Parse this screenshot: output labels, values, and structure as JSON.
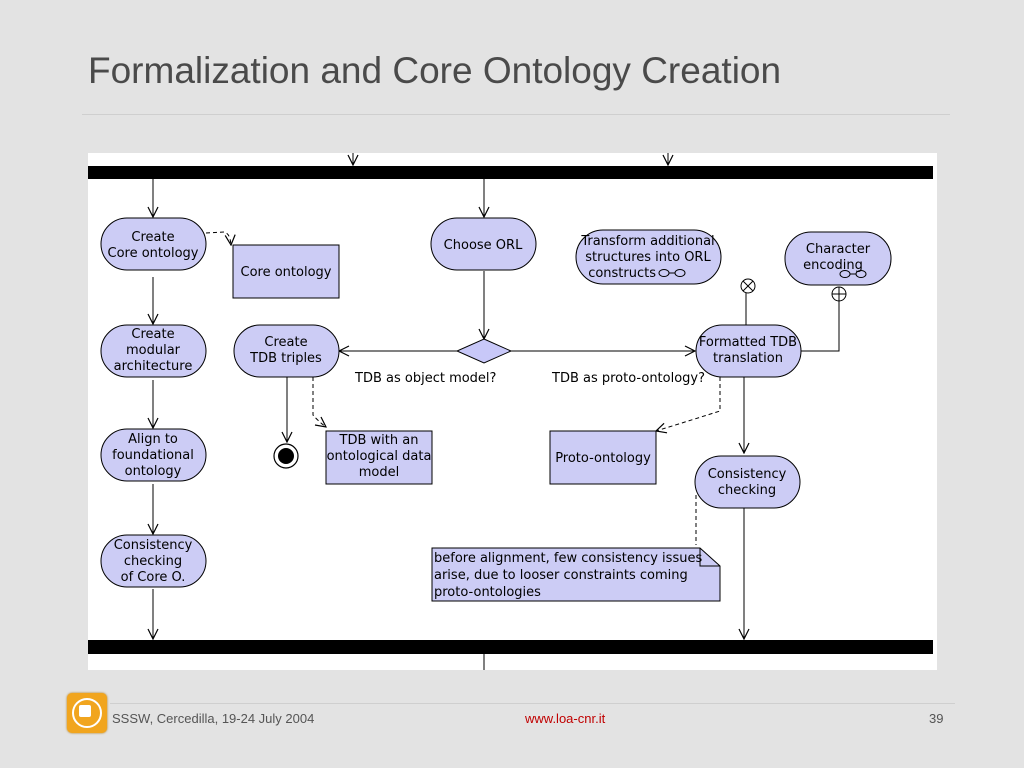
{
  "slide": {
    "title": "Formalization and Core Ontology Creation",
    "footer_left": "SSSW, Cercedilla, 19-24 July 2004",
    "footer_center": "www.loa-cnr.it",
    "page_number": "39"
  },
  "diagram": {
    "activities": {
      "create_core": [
        "Create",
        "Core ontology"
      ],
      "create_modular": [
        "Create",
        "modular",
        "architecture"
      ],
      "align": [
        "Align to",
        "foundational",
        "ontology"
      ],
      "consistency_core": [
        "Consistency",
        "checking",
        "of Core O."
      ],
      "choose_orl": [
        "Choose ORL"
      ],
      "create_tdb": [
        "Create",
        "TDB triples"
      ],
      "transform": [
        "Transform additional",
        "structures into ORL",
        "constructs"
      ],
      "char_encoding": [
        "Character",
        "encoding"
      ],
      "formatted_tdb": [
        "Formatted TDB",
        "translation"
      ],
      "consistency_checking": [
        "Consistency",
        "checking"
      ]
    },
    "objects": {
      "core_ontology": [
        "Core ontology"
      ],
      "tdb_ontological": [
        "TDB with an",
        "ontological data",
        "model"
      ],
      "proto_ontology": [
        "Proto-ontology"
      ]
    },
    "guards": {
      "object_model": "TDB as object model?",
      "proto_ontology": "TDB as proto-ontology?"
    },
    "note": [
      "before alignment, few consistency issues",
      "arise, due to looser constraints coming",
      "proto-ontologies"
    ]
  }
}
